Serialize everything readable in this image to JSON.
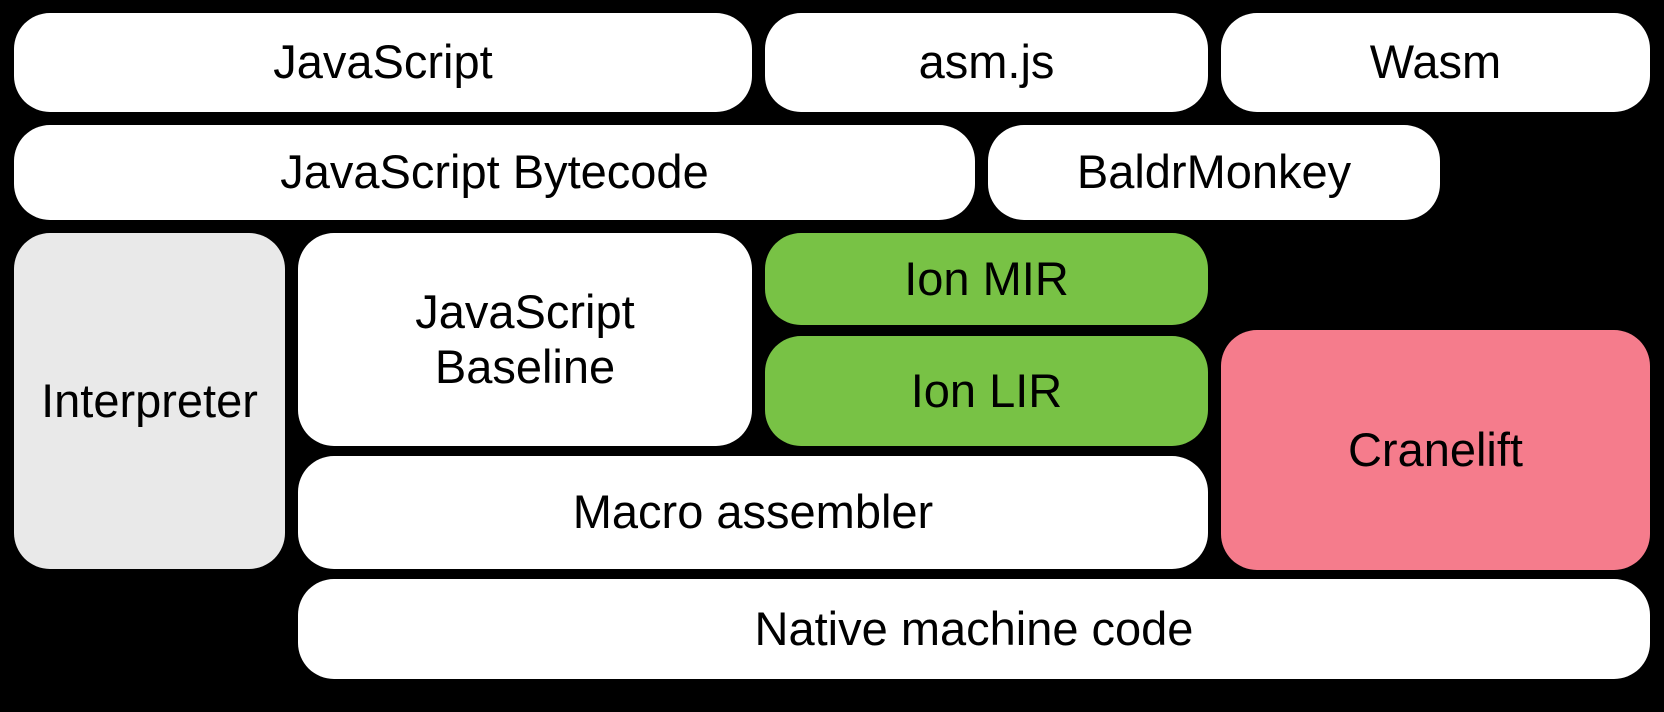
{
  "diagram": {
    "type": "compiler-pipeline-block-diagram",
    "background_color": "#000000",
    "text_color": "#000000",
    "palette": {
      "white": "#ffffff",
      "gray": "#e9e9e9",
      "green": "#78c245",
      "pink": "#f57c8c"
    },
    "boxes": {
      "javascript": {
        "label": "JavaScript",
        "fill": "white"
      },
      "asm_js": {
        "label": "asm.js",
        "fill": "white"
      },
      "wasm": {
        "label": "Wasm",
        "fill": "white"
      },
      "javascript_bytecode": {
        "label": "JavaScript Bytecode",
        "fill": "white"
      },
      "baldrmonkey": {
        "label": "BaldrMonkey",
        "fill": "white"
      },
      "interpreter": {
        "label": "Interpreter",
        "fill": "gray"
      },
      "javascript_baseline": {
        "label": "JavaScript\nBaseline",
        "fill": "white"
      },
      "ion_mir": {
        "label": "Ion MIR",
        "fill": "green"
      },
      "ion_lir": {
        "label": "Ion LIR",
        "fill": "green"
      },
      "cranelift": {
        "label": "Cranelift",
        "fill": "pink"
      },
      "macro_assembler": {
        "label": "Macro assembler",
        "fill": "white"
      },
      "native_machine_code": {
        "label": "Native machine code",
        "fill": "white"
      }
    }
  }
}
